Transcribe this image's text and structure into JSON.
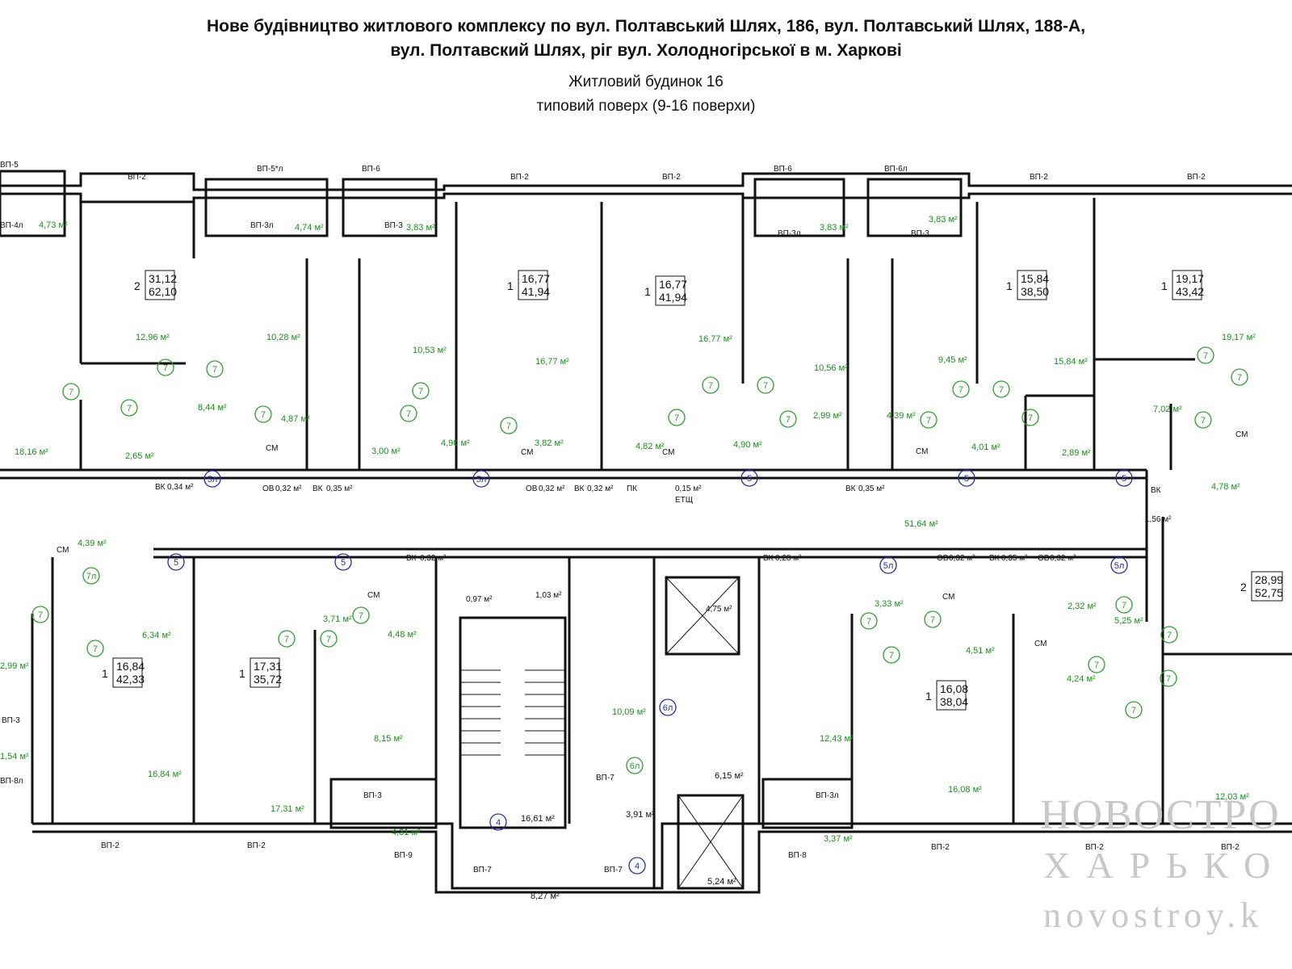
{
  "header": {
    "title_line1": "Нове будівництво житлового комплексу по вул. Полтавський Шлях, 186, вул. Полтавський Шлях, 188-А,",
    "title_line2": "вул. Полтавский Шлях, ріг вул. Холодногірської в м. Харкові",
    "building": "Житловий будинок 16",
    "floor": "типовий поверх (9-16 поверхи)"
  },
  "colors": {
    "wall": "#111111",
    "area_text": "#1a8f1a",
    "marker_green": "#2e9b2e",
    "marker_blue": "#2a2aa0",
    "watermark": "#c8c8c8"
  },
  "apartments": [
    {
      "rooms": "2",
      "living": "31,12",
      "total": "62,10"
    },
    {
      "rooms": "1",
      "living": "16,77",
      "total": "41,94"
    },
    {
      "rooms": "1",
      "living": "16,77",
      "total": "41,94"
    },
    {
      "rooms": "1",
      "living": "15,84",
      "total": "38,50"
    },
    {
      "rooms": "1",
      "living": "19,17",
      "total": "43,42"
    },
    {
      "rooms": "2",
      "living": "28,99",
      "total": "52,75"
    },
    {
      "rooms": "1",
      "living": "16,84",
      "total": "42,33"
    },
    {
      "rooms": "1",
      "living": "17,31",
      "total": "35,72"
    },
    {
      "rooms": "1",
      "living": "16,08",
      "total": "38,04"
    }
  ],
  "window_labels": [
    "ВП-5",
    "ВП-2",
    "ВП-5*л",
    "ВП-6",
    "ВП-2",
    "ВП-2",
    "ВП-6",
    "ВП-6л",
    "ВП-2",
    "ВП-2",
    "ВП-4л",
    "ВП-3л",
    "ВП-3",
    "ВП-3л",
    "ВП-3",
    "ВП-3",
    "ВП-8л",
    "ВП-2",
    "ВП-2",
    "ВП-3",
    "ВП-9",
    "ВП-7",
    "ВП-7",
    "ВП-7",
    "ВП-3л",
    "ВП-8",
    "ВП-2",
    "ВП-2",
    "ВП-2"
  ],
  "area_labels": [
    "4,73 м²",
    "4,74 м²",
    "3,83 м²",
    "3,83 м²",
    "3,83 м²",
    "12,96 м²",
    "10,28 м²",
    "10,53 м²",
    "16,77 м²",
    "16,77 м²",
    "10,56 м²",
    "9,45 м²",
    "15,84 м²",
    "19,17 м²",
    "8,44 м²",
    "4,87 м²",
    "2,99 м²",
    "4,39 м²",
    "7,02 м²",
    "18,16 м²",
    "2,65 м²",
    "3,00 м²",
    "4,90 м²",
    "3,82 м²",
    "4,82 м²",
    "4,90 м²",
    "4,01 м²",
    "2,89 м²",
    "4,78 м²",
    "0,34 м²",
    "0,32 м²",
    "0,35 м²",
    "0,32 м²",
    "0,32 м²",
    "0,15 м²",
    "0,35 м²",
    "1,56 м²",
    "51,64 м²",
    "4,39 м²",
    "0,32 м²",
    "0,28 м²",
    "0,32 м²",
    "0,35 м²",
    "0,32 м²",
    "0,97 м²",
    "1,03 м²",
    "4,75 м²",
    "6,34 м²",
    "3,71 м²",
    "4,48 м²",
    "3,33 м²",
    "4,51 м²",
    "2,32 м²",
    "5,25 м²",
    "4,24 м²",
    "2,99 м²",
    "8,15 м²",
    "10,09 м²",
    "12,43 м²",
    "16,84 м²",
    "17,31 м²",
    "16,08 м²",
    "12,03 м²",
    "6,15 м²",
    "3,91 м²",
    "16,61 м²",
    "4,31 м²",
    "3,37 м²",
    "5,24 м²",
    "8,27 м²",
    "1,54 м²"
  ],
  "fixtures": [
    "СМ",
    "ОВ",
    "ВК",
    "ПК",
    "ЕТЩ"
  ],
  "markers": [
    "7",
    "5",
    "5л",
    "6л",
    "7л",
    "4"
  ],
  "watermark": {
    "line1": "НОВОСТРО",
    "line2": "ХАРЬКО",
    "line3": "novostroy.k"
  }
}
